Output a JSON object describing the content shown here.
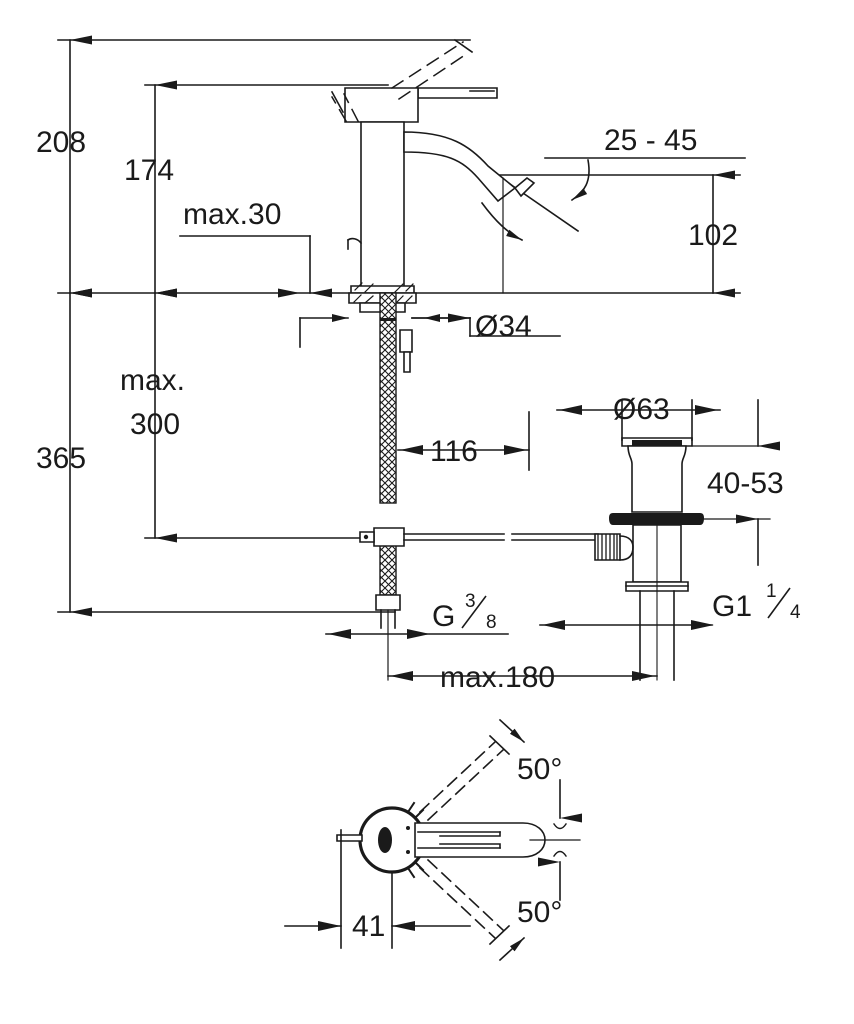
{
  "drawing": {
    "title": "Single-lever basin mixer installation dimension drawing",
    "units": "mm",
    "line_color": "#1a1a1a",
    "background_color": "#ffffff"
  },
  "dimensions": {
    "height_total_to_spout_top": "208",
    "height_to_body_top": "174",
    "counter_thickness_max": "max.30",
    "spout_projection_range": "25 - 45",
    "spout_outlet_height": "102",
    "mounting_hole_diameter": "Ø34",
    "total_depth_below_deck": "365",
    "hose_length_max": "max.\n300",
    "hose_length_max_line1": "max.",
    "hose_length_max_line2": "300",
    "shank_to_hose_tail": "116",
    "waste_flange_diameter": "Ø63",
    "waste_adjust_range": "40-53",
    "supply_thread": "G",
    "supply_thread_num": "3",
    "supply_thread_den": "8",
    "waste_thread": "G1",
    "waste_thread_num": "1",
    "waste_thread_den": "4",
    "supply_spacing_max": "max.180",
    "handle_swivel_left": "50°",
    "handle_swivel_right": "50°",
    "handle_radius_dim": "41"
  },
  "views": {
    "elevation_label": "side-elevation-view",
    "plan_label": "handle-plan-view",
    "waste_label": "pop-up-waste-assembly"
  }
}
